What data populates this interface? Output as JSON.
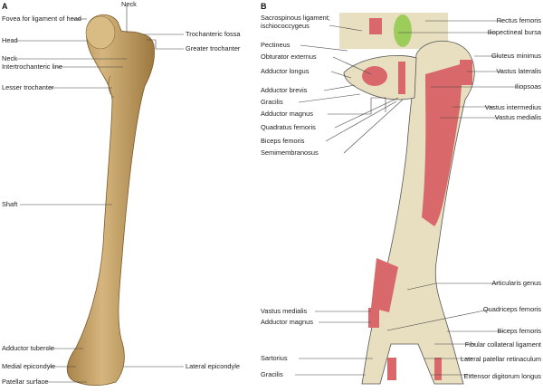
{
  "panel_a": {
    "letter": "A",
    "labels": {
      "neck_top": "Neck",
      "fovea": "Fovea for ligament of head",
      "head": "Head",
      "neck": "Neck",
      "intertrochanteric_line": "Intertrochanteric line",
      "lesser_trochanter": "Lesser trochanter",
      "shaft": "Shaft",
      "adductor_tubercle": "Adductor tubercle",
      "medial_epicondyle": "Medial epicondyle",
      "patellar_surface": "Patellar surface",
      "trochanteric_fossa": "Trochanteric fossa",
      "greater_trochanter": "Greater trochanter",
      "lateral_epicondyle": "Lateral epicondyle"
    }
  },
  "panel_b": {
    "letter": "B",
    "left_labels": {
      "sacrospinous_1": "Sacrospinous ligament;",
      "sacrospinous_2": "ischiococcygeus",
      "pectineus": "Pectineus",
      "obturator_externus": "Obturator externus",
      "adductor_longus": "Adductor longus",
      "adductor_brevis": "Adductor brevis",
      "gracilis": "Gracilis",
      "adductor_magnus": "Adductor magnus",
      "quadratus_femoris": "Quadratus femoris",
      "biceps_femoris": "Biceps femoris",
      "semimembranosus": "Semimembranosus",
      "vastus_medialis_low": "Vastus medialis",
      "adductor_magnus_low": "Adductor magnus",
      "sartorius": "Sartorius",
      "gracilis_low": "Gracilis"
    },
    "right_labels": {
      "rectus_femoris": "Rectus femoris",
      "iliopectineal_bursa": "Iliopectineal bursa",
      "gluteus_minimus": "Gluteus minimus",
      "vastus_lateralis": "Vastus lateralis",
      "iliopsoas": "Iliopsoas",
      "vastus_intermedius": "Vastus intermedius",
      "vastus_medialis": "Vastus medialis",
      "articularis_genus": "Articularis genus",
      "quadriceps_femoris": "Quadriceps femoris",
      "biceps_femoris": "Biceps femoris",
      "fibular_collateral": "Fibular collateral ligament",
      "lateral_patellar_retinaculum": "Lateral patellar retinaculum",
      "extensor_digitorum_longus": "Extensor digitorum longus"
    }
  },
  "colors": {
    "bone": "#c9a56a",
    "bone_b": "#e8dfc0",
    "muscle": "#d9686a",
    "bursa": "#9ccc5a"
  }
}
